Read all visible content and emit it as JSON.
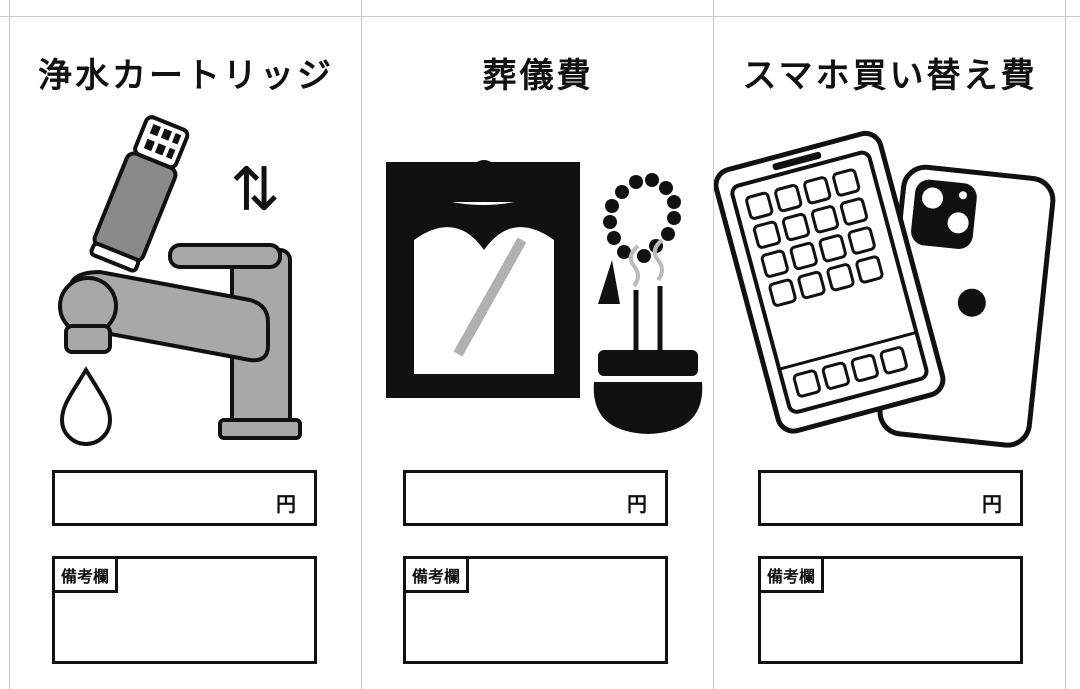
{
  "cards": [
    {
      "title": "浄水カートリッジ",
      "arrows": "⇅",
      "yen": "円",
      "note_label": "備考欄"
    },
    {
      "title": "葬儀費",
      "yen": "円",
      "note_label": "備考欄"
    },
    {
      "title": "スマホ買い替え費",
      "yen": "円",
      "note_label": "備考欄"
    }
  ],
  "colors": {
    "ink": "#111111",
    "gray": "#9a9a9a",
    "grid": "#c9c9c9"
  }
}
